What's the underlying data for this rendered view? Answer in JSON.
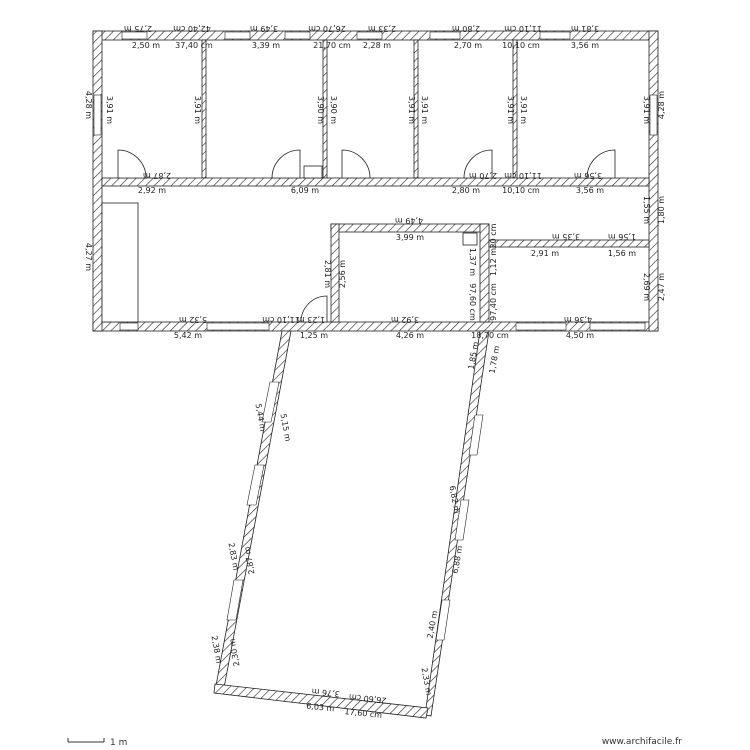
{
  "footer": {
    "scale_label": "1 m",
    "brand": "www.archifacile.fr"
  },
  "dims_outer_top": [
    "2,75 m",
    "42,40 cm",
    "3,49 m",
    "26,70 cm",
    "2,33 m",
    "2,80 m",
    "11,10 cm",
    "3,81 m"
  ],
  "dims_inner_top": [
    "2,50 m",
    "37,40 cm",
    "3,39 m",
    "21,70 cm",
    "2,28 m",
    "2,70 m",
    "10,10 cm",
    "3,56 m"
  ],
  "dims_room_heights": [
    "3,91 m",
    "3,91 m",
    "3,90 m",
    "3,90 m",
    "3,91 m",
    "3,91 m",
    "3,91 m",
    "3,91 m",
    "3,91 m"
  ],
  "dims_side": [
    "4,28 m",
    "4,28 m",
    "4,27 m",
    "1,80 m",
    "1,55 m",
    "2,47 m"
  ],
  "dims_mid_wall": [
    "2,87 m",
    "2,92 m",
    "6,09 m",
    "2,80 m",
    "2,70 m",
    "10,10 cm",
    "11,10 cm",
    "3,56 m",
    "3,56 m"
  ],
  "dims_central_room": [
    "4,49 m",
    "3,99 m",
    "2,81 m",
    "2,56 m",
    "3,92 m",
    "4,26 m",
    "1,37 m",
    "1,12 m",
    "97,60 cm",
    "97,40 cm",
    "20 cm"
  ],
  "dims_right_room": [
    "3,35 m",
    "1,56 m",
    "2,91 m",
    "1,56 m",
    "2,69 m"
  ],
  "dims_bottom": [
    "5,32 m",
    "5,42 m",
    "11,10 cm",
    "1,23 m",
    "1,25 m",
    "18,70 cm",
    "4,36 m",
    "4,50 m"
  ],
  "dims_annex": [
    "1,85 m",
    "1,78 m",
    "5,44 m",
    "5,15 m",
    "6,82 m",
    "6,88 m",
    "2,83 m",
    "2,87 m",
    "2,38 m",
    "2,30 m",
    "2,40 m",
    "2,33 m",
    "3,76 m",
    "26,60 cm",
    "6,03 m",
    "17,60 cm"
  ]
}
